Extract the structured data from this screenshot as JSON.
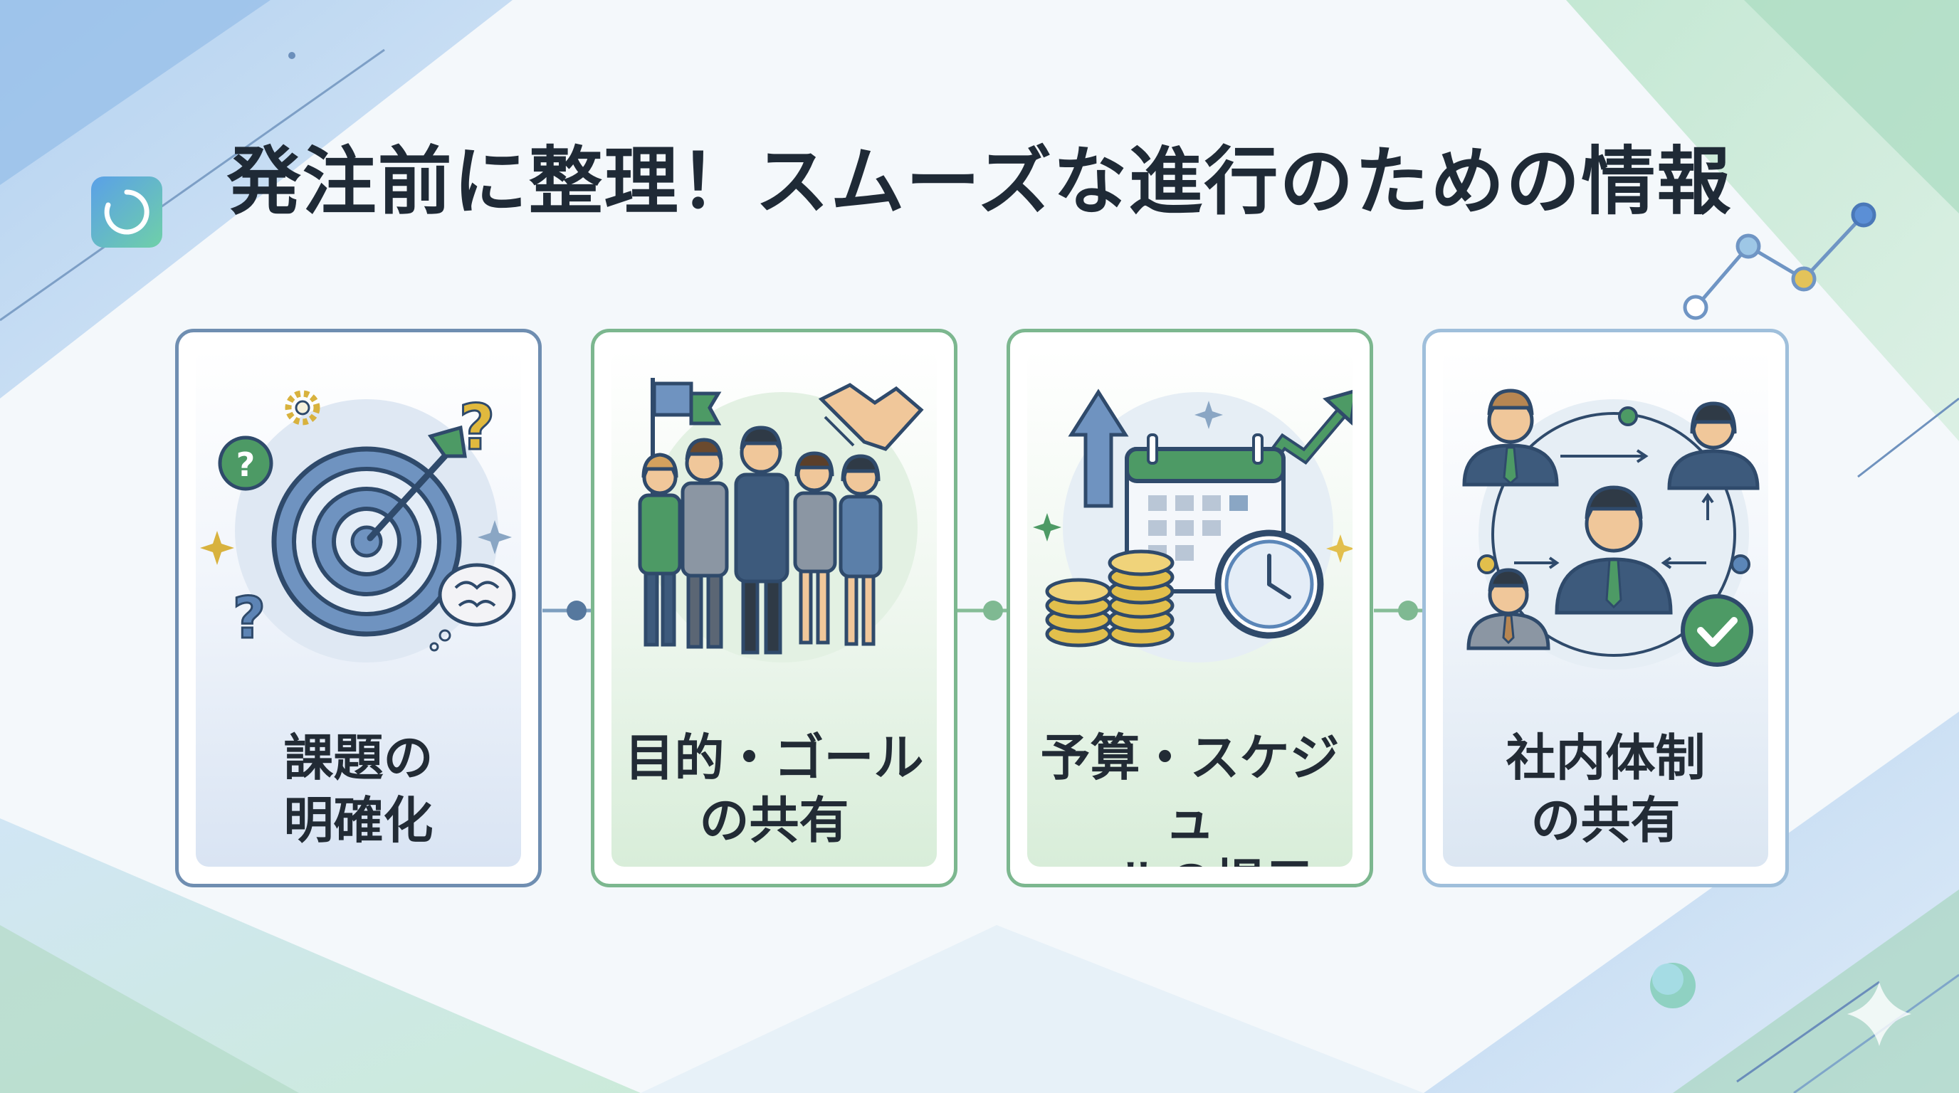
{
  "title": "発注前に整理！スムーズな進行のための情報",
  "cards": [
    {
      "label": "課題の\n明確化",
      "icon": "target-icon"
    },
    {
      "label": "目的・ゴール\nの共有",
      "icon": "team-flag-icon"
    },
    {
      "label": "予算・スケジュ\nールの提示",
      "icon": "budget-calendar-icon"
    },
    {
      "label": "社内体制\nの共有",
      "icon": "org-network-icon"
    }
  ],
  "colors": {
    "title": "#1f2a36",
    "navy": "#2f4a6b",
    "blue": "#5b86b8",
    "green": "#3f9a5c",
    "gold": "#e2bf4c"
  }
}
